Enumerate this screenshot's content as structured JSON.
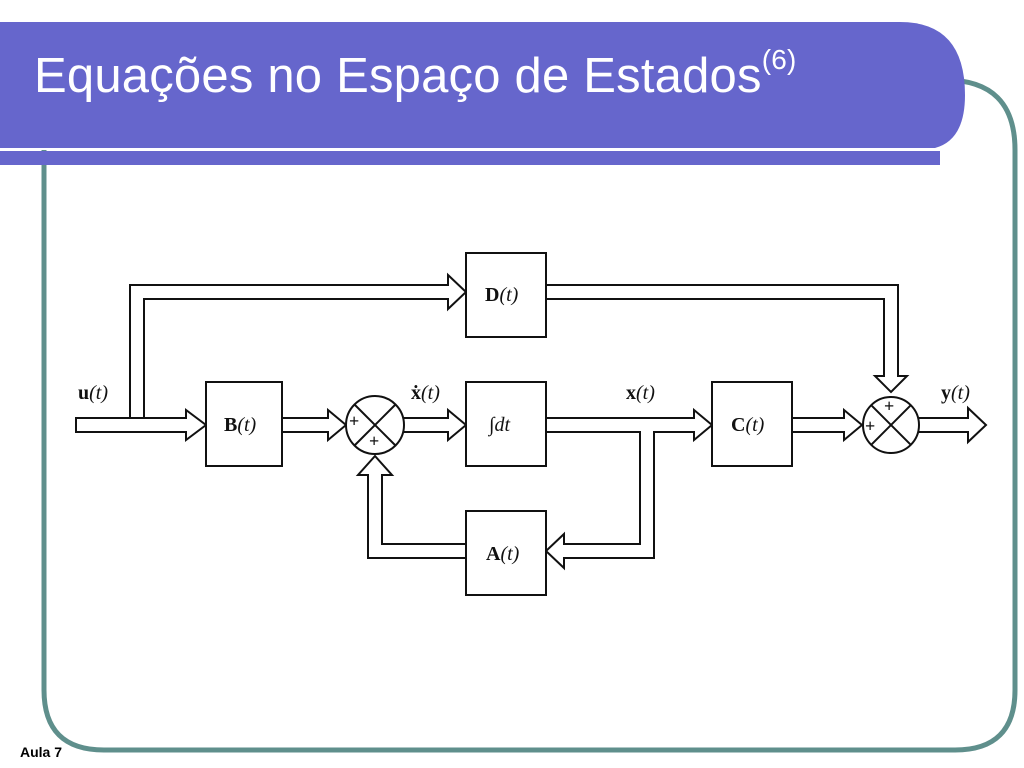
{
  "slide": {
    "title": "Equações no Espaço de Estados",
    "title_superscript": "(6)",
    "footer": "Aula 7",
    "colors": {
      "title_bar": "#6666CC",
      "frame_border": "#5F8F8C"
    }
  },
  "diagram": {
    "input_label": {
      "bold": "u",
      "rest": "(t)"
    },
    "output_label": {
      "bold": "y",
      "rest": "(t)"
    },
    "state_derivative_label": {
      "bold": "ẋ",
      "rest": "(t)"
    },
    "state_label": {
      "bold": "x",
      "rest": "(t)"
    },
    "blocks": {
      "B": {
        "bold": "B",
        "rest": "(t)"
      },
      "D": {
        "bold": "D",
        "rest": "(t)"
      },
      "integrator": {
        "symbol": "∫",
        "var": "dt"
      },
      "C": {
        "bold": "C",
        "rest": "(t)"
      },
      "A": {
        "bold": "A",
        "rest": "(t)"
      }
    },
    "summing_junction_1": {
      "sign_top": "+",
      "sign_bottom": "+"
    },
    "summing_junction_2": {
      "sign_top": "+",
      "sign_left": "+"
    }
  }
}
